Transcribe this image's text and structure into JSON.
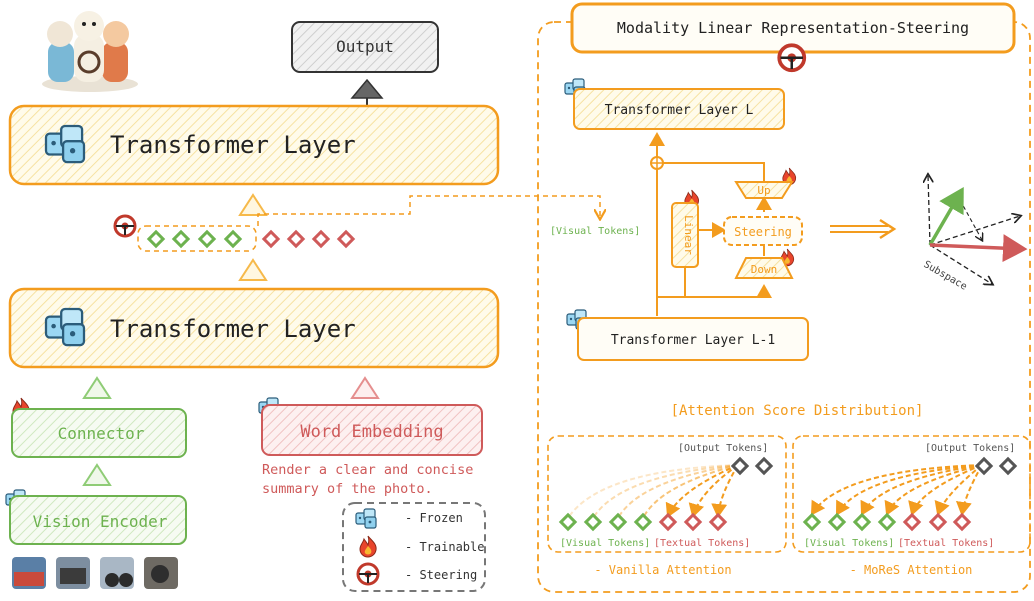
{
  "output_label": "Output",
  "transformer_top_label": "Transformer Layer",
  "transformer_bottom_label": "Transformer Layer",
  "connector_label": "Connector",
  "vision_encoder_label": "Vision Encoder",
  "word_embedding_label": "Word Embedding",
  "prompt_text": [
    "Render a clear and concise",
    "summary of the photo."
  ],
  "legend": {
    "frozen": "- Frozen",
    "trainable": "- Trainable",
    "steering": "- Steering"
  },
  "panel": {
    "title": "Modality Linear Representation-Steering",
    "layer_l": "Transformer Layer L",
    "layer_l1": "Transformer Layer L-1",
    "linear": "Linear",
    "steering": "Steering",
    "up": "Up",
    "down": "Down",
    "visual_tokens": "[Visual Tokens]",
    "subspace": "Subspace"
  },
  "attention": {
    "title": "[Attention Score Distribution]",
    "output_tokens": "[Output Tokens]",
    "visual_tokens": "[Visual Tokens]",
    "textual_tokens": "[Textual Tokens]",
    "vanilla_label": "- Vanilla Attention",
    "mores_label": "- MoReS Attention"
  },
  "colors": {
    "orange": "#f39c1e",
    "green": "#6db24f",
    "red": "#cf5a5a",
    "yellow_fill": "#fdf6d8",
    "gray": "#555555",
    "blue_icon": "#8fd0ee"
  },
  "icons": [
    "frozen-cube-icon",
    "trainable-flame-icon",
    "steering-wheel-icon",
    "llama-mascot-icon"
  ]
}
